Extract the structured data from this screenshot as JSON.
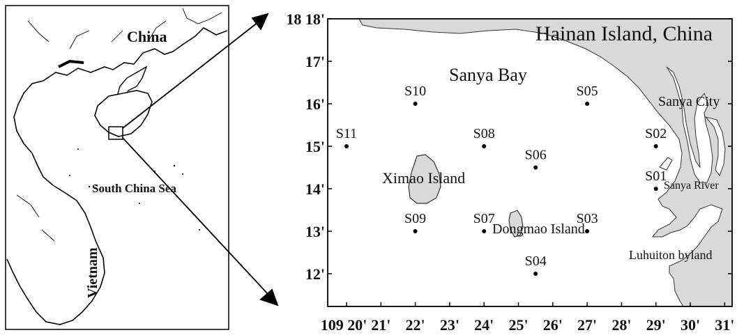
{
  "overview": {
    "labels": {
      "china": "China",
      "south_china_sea": "South China Sea",
      "vietnam": "Vietnam"
    }
  },
  "detail": {
    "title": "Hainan Island, China",
    "bay": "Sanya Bay",
    "places": {
      "sanya_city": "Sanya City",
      "sanya_river": "Sanya River",
      "luhuitou": "Luhuiton  byland",
      "ximao": "Ximao Island",
      "dongmao": "Dongmao Island"
    },
    "y_ticks": [
      {
        "label": "18 18'",
        "v": 18
      },
      {
        "label": "17'",
        "v": 17
      },
      {
        "label": "16'",
        "v": 16
      },
      {
        "label": "15'",
        "v": 15
      },
      {
        "label": "14'",
        "v": 14
      },
      {
        "label": "13'",
        "v": 13
      },
      {
        "label": "12'",
        "v": 12
      }
    ],
    "x_ticks": [
      {
        "label": "109 20'",
        "v": 20
      },
      {
        "label": "21'",
        "v": 21
      },
      {
        "label": "22'",
        "v": 22
      },
      {
        "label": "23'",
        "v": 23
      },
      {
        "label": "24'",
        "v": 24
      },
      {
        "label": "25'",
        "v": 25
      },
      {
        "label": "26'",
        "v": 26
      },
      {
        "label": "27'",
        "v": 27
      },
      {
        "label": "28'",
        "v": 28
      },
      {
        "label": "29'",
        "v": 29
      },
      {
        "label": "30'",
        "v": 30
      },
      {
        "label": "31'",
        "v": 31
      }
    ],
    "stations": [
      {
        "name": "S10",
        "lon": 22,
        "lat": 16
      },
      {
        "name": "S05",
        "lon": 27,
        "lat": 16
      },
      {
        "name": "S11",
        "lon": 20,
        "lat": 15
      },
      {
        "name": "S08",
        "lon": 24,
        "lat": 15
      },
      {
        "name": "S02",
        "lon": 29,
        "lat": 15
      },
      {
        "name": "S06",
        "lon": 25.5,
        "lat": 14.5
      },
      {
        "name": "S01",
        "lon": 29,
        "lat": 14
      },
      {
        "name": "S09",
        "lon": 22,
        "lat": 13
      },
      {
        "name": "S07",
        "lon": 24,
        "lat": 13
      },
      {
        "name": "S03",
        "lon": 27,
        "lat": 13
      },
      {
        "name": "S04",
        "lon": 25.5,
        "lat": 12
      }
    ]
  }
}
